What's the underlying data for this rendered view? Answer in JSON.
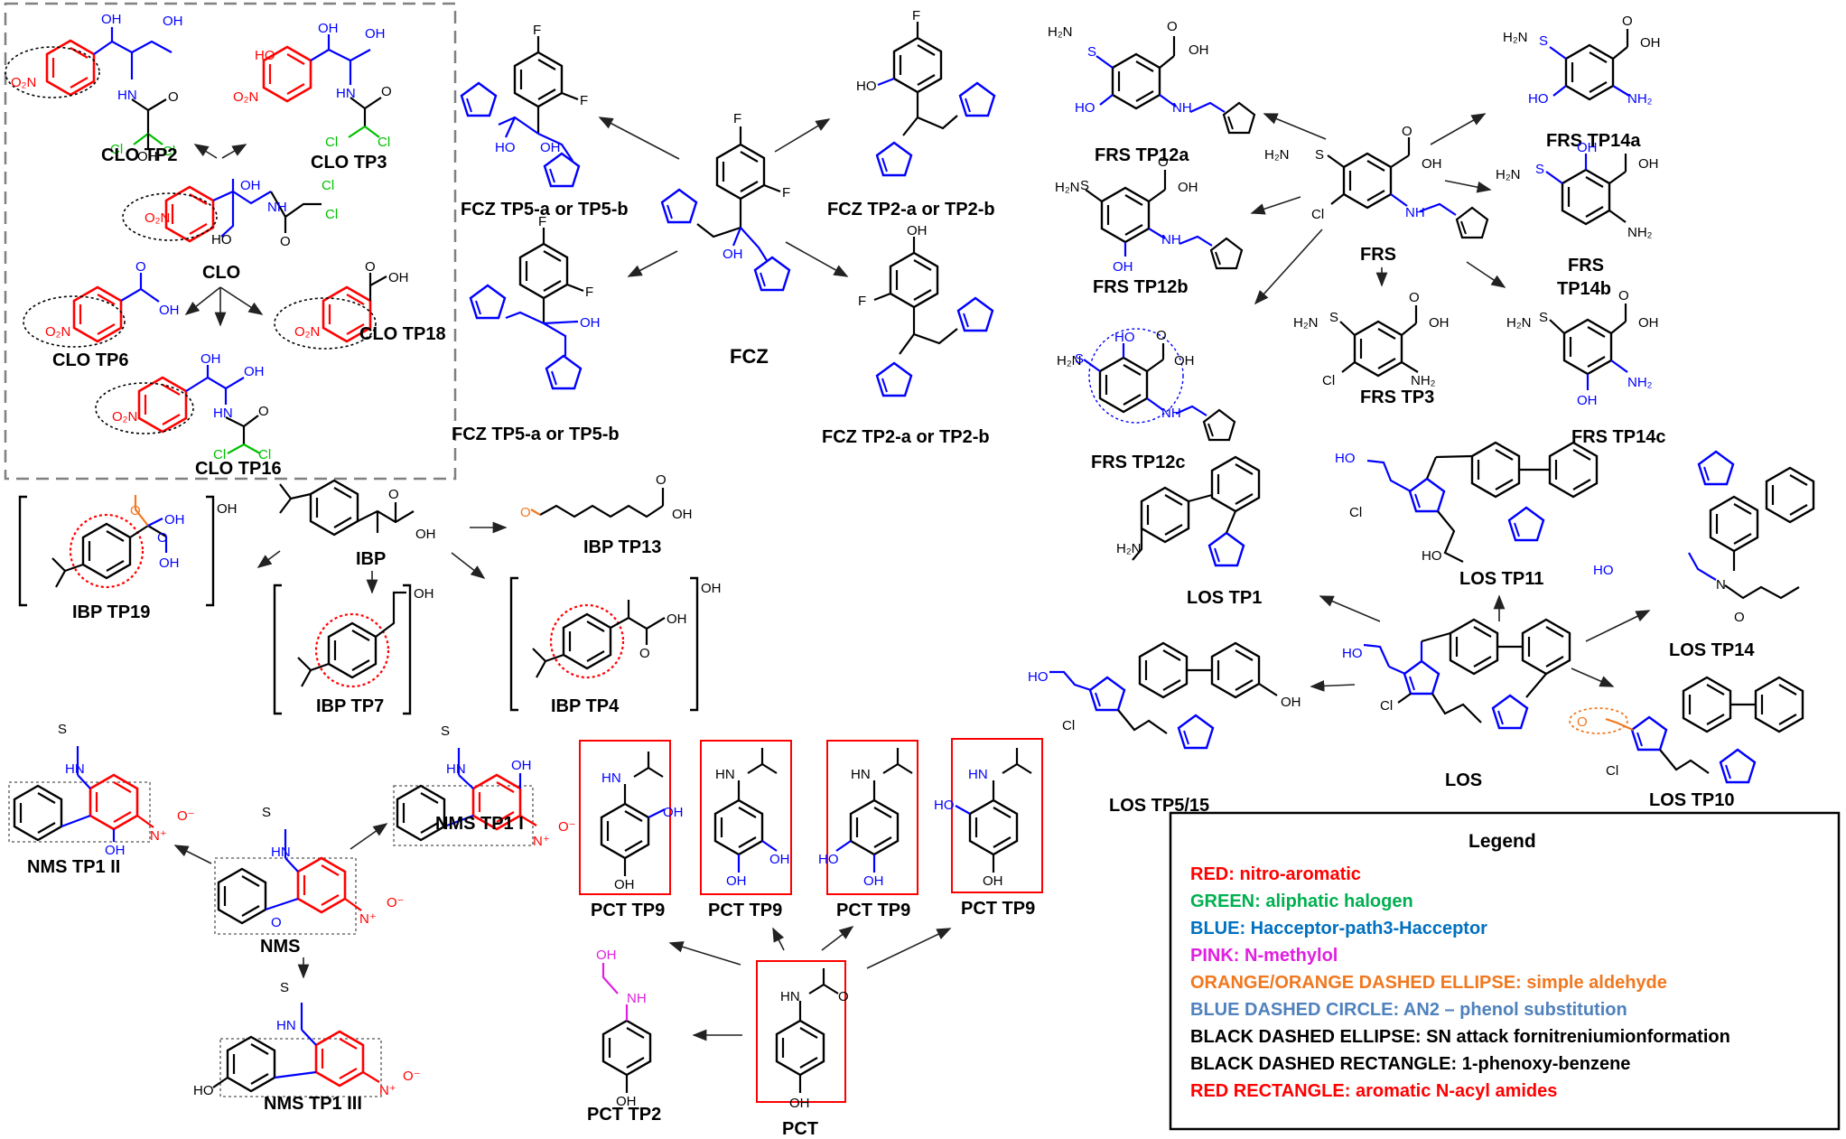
{
  "labels": {
    "clo_tp2": "CLO TP2",
    "clo_tp3": "CLO TP3",
    "clo": "CLO",
    "clo_tp6": "CLO TP6",
    "clo_tp18": "CLO TP18",
    "clo_tp16": "CLO TP16",
    "fcz_tp5_top": "FCZ TP5-a or TP5-b",
    "fcz_tp5_bottom": "FCZ TP5-a or TP5-b",
    "fcz": "FCZ",
    "fcz_tp2_top": "FCZ TP2-a or TP2-b",
    "fcz_tp2_bottom": "FCZ TP2-a or TP2-b",
    "frs_tp12a": "FRS TP12a",
    "frs_tp14a": "FRS TP14a",
    "frs": "FRS",
    "frs_tp12b": "FRS TP12b",
    "frs_tp14b_1": "FRS",
    "frs_tp14b_2": "TP14b",
    "frs_tp3": "FRS TP3",
    "frs_tp12c": "FRS TP12c",
    "frs_tp14c": "FRS TP14c",
    "ibp_tp19": "IBP TP19",
    "ibp": "IBP",
    "ibp_tp13": "IBP TP13",
    "ibp_tp7": "IBP TP7",
    "ibp_tp4": "IBP TP4",
    "los_tp1": "LOS TP1",
    "los_tp11": "LOS TP11",
    "los_tp14": "LOS TP14",
    "los_tp5_15": "LOS TP5/15",
    "los": "LOS",
    "los_tp10": "LOS TP10",
    "nms_tp1_ii": "NMS TP1 II",
    "nms_tp1_i": "NMS TP1 I",
    "nms": "NMS",
    "nms_tp1_iii": "NMS TP1 III",
    "pct_tp9_a": "PCT TP9",
    "pct_tp9_b": "PCT TP9",
    "pct_tp9_c": "PCT TP9",
    "pct_tp9_d": "PCT TP9",
    "pct_tp2": "PCT TP2",
    "pct": "PCT"
  },
  "legend": {
    "title": "Legend",
    "items": [
      {
        "text": "RED: nitro-aromatic",
        "color": "#ff0000"
      },
      {
        "text": "GREEN: aliphatic halogen",
        "color": "#00b050"
      },
      {
        "text": "BLUE: Hacceptor-path3-Hacceptor",
        "color": "#0070c0"
      },
      {
        "text": "PINK: N-methylol",
        "color": "#e020e0"
      },
      {
        "text": "ORANGE/ORANGE DASHED ELLIPSE: simple aldehyde",
        "color": "#f07820"
      },
      {
        "text": "BLUE DASHED CIRCLE: AN2 – phenol substitution",
        "color": "#4f81bd"
      },
      {
        "text": "BLACK DASHED ELLIPSE:  SN attack fornitreniumionformation",
        "color": "#000000"
      },
      {
        "text": "BLACK DASHED RECTANGLE: 1-phenoxy-benzene",
        "color": "#000000"
      },
      {
        "text": "RED RECTANGLE:  aromatic N-acyl amides",
        "color": "#ff0000"
      }
    ]
  },
  "atom_text": {
    "oh": "OH",
    "ho": "HO",
    "o": "O",
    "n": "N",
    "nh": "NH",
    "hn": "HN",
    "h2n": "H₂N",
    "nh2": "NH₂",
    "s": "S",
    "cl": "Cl",
    "f": "F",
    "o2n": "O₂N",
    "no2": "N⁺",
    "ominus": "O⁻"
  },
  "colors": {
    "red": "#ff0000",
    "blue": "#0000ff",
    "green": "#00c000",
    "orange": "#f07820",
    "pink": "#e020e0"
  }
}
